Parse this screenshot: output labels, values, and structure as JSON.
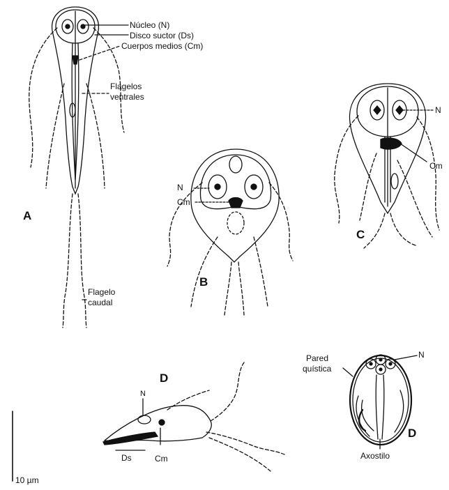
{
  "figure_a": {
    "letter": "A",
    "labels": {
      "nucleus": "Núcleo  (N)",
      "sucker_disc": "Disco suctor  (Ds)",
      "median_bodies": "Cuerpos medios (Cm)",
      "ventral_flagella_1": "Flagelos",
      "ventral_flagella_2": "ventrales",
      "caudal_flagellum_1": "Flagelo",
      "caudal_flagellum_2": "caudal"
    }
  },
  "figure_b": {
    "letter": "B",
    "n_label": "N",
    "cm_label": "Cm"
  },
  "figure_c": {
    "letter": "C",
    "n_label": "N",
    "cm_label": "Cm"
  },
  "figure_d_side": {
    "letter": "D",
    "n_label": "N",
    "ds_label": "Ds",
    "cm_label": "Cm"
  },
  "figure_d_cyst": {
    "letter": "D",
    "cyst_wall_1": "Pared",
    "cyst_wall_2": "quística",
    "n_label": "N",
    "axostyle": "Axostilo"
  },
  "scale_bar": {
    "label": "10 µm"
  },
  "colors": {
    "ink": "#111111",
    "paper": "#ffffff"
  }
}
